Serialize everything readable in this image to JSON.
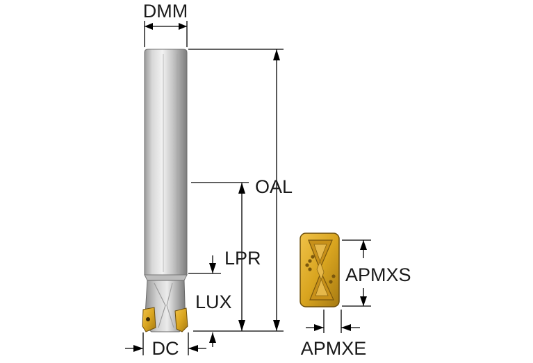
{
  "labels": {
    "dmm": "DMM",
    "oal": "OAL",
    "lpr": "LPR",
    "lux": "LUX",
    "dc": "DC",
    "apmxs": "APMXS",
    "apmxe": "APMXE"
  },
  "colors": {
    "shank_light": "#e6e6e6",
    "shank_dark": "#8c8c8c",
    "insert_gold": "#d9a520",
    "insert_dark": "#8a6510",
    "dimension_line": "#000000",
    "text": "#1a1a1a"
  }
}
